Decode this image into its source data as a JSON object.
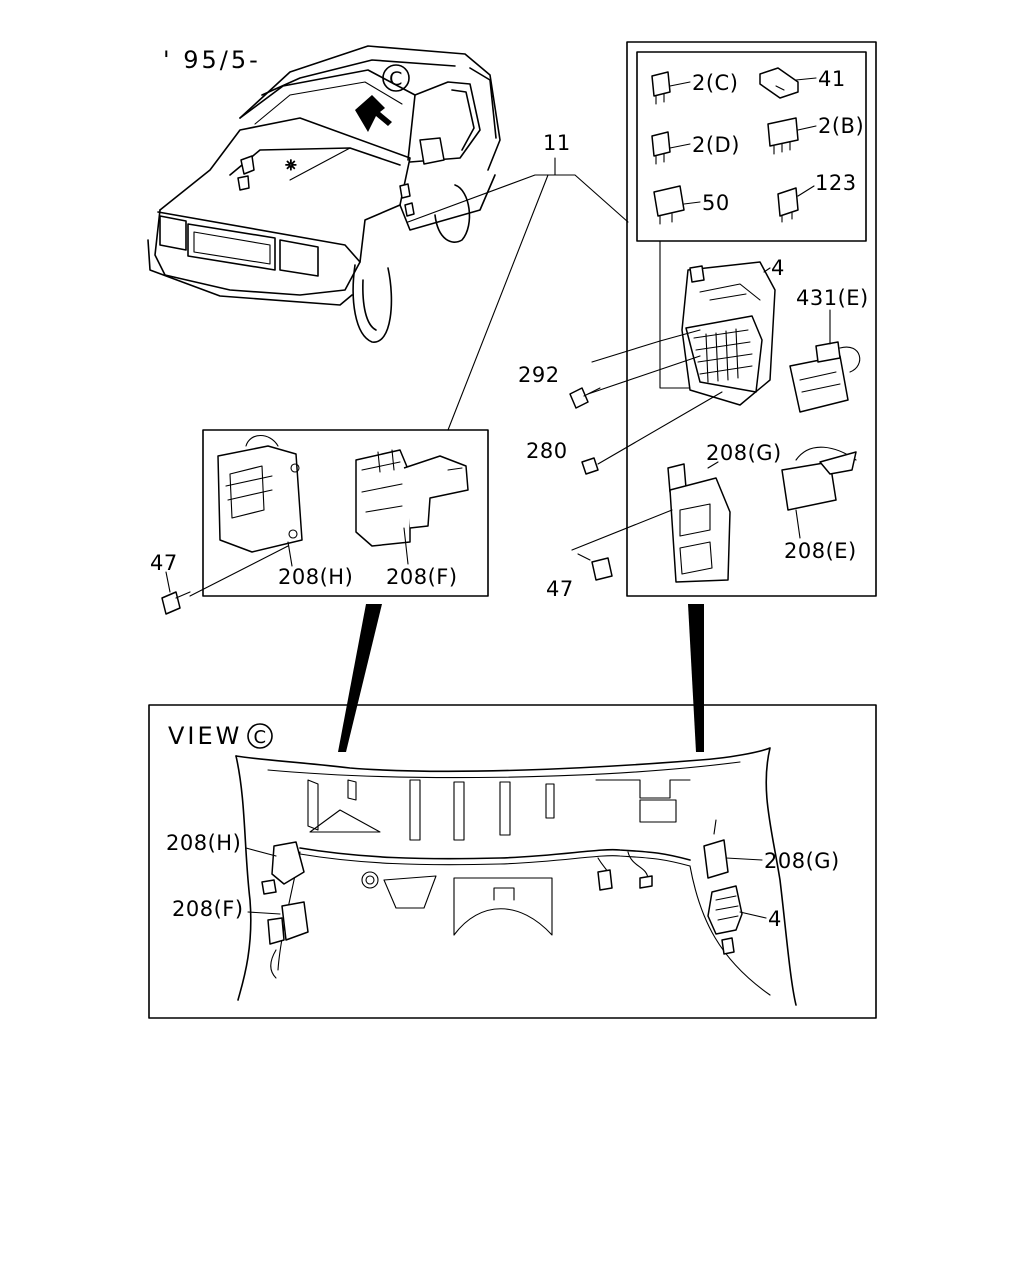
{
  "header": {
    "date_code": "' 95/5-"
  },
  "view_marker": "C",
  "callouts": {
    "harness": "11",
    "fuse_c": "2(C)",
    "fuse_d": "2(D)",
    "fuse_b": "2(B)",
    "fuse_50": "50",
    "part_41": "41",
    "part_123": "123",
    "relay_box": "4",
    "relay_431e": "431(E)",
    "bolt_292": "292",
    "nut_280": "280",
    "bracket_g": "208(G)",
    "bracket_e": "208(E)",
    "bolt_47_right": "47",
    "bolt_47_left": "47",
    "bracket_h": "208(H)",
    "bracket_f": "208(F)"
  },
  "view_detail": {
    "title": "VIEW",
    "marker": "C",
    "label_h": "208(H)",
    "label_f": "208(F)",
    "label_g": "208(G)",
    "label_4": "4"
  }
}
